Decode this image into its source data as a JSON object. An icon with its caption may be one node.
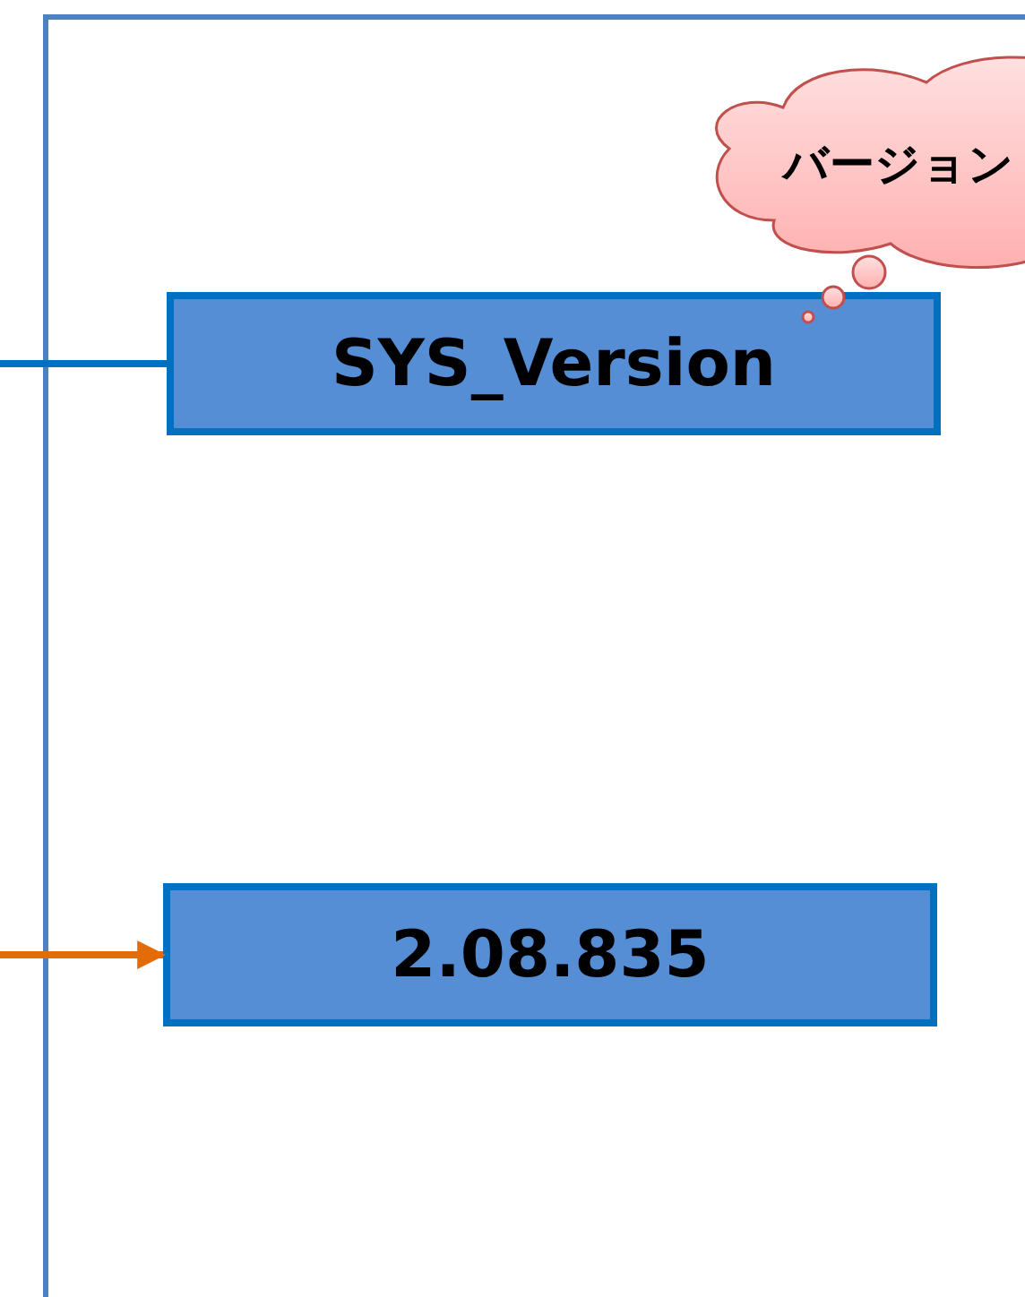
{
  "diagram": {
    "nodes": [
      {
        "text": [],
        "shape": "box"
      },
      {
        "text": [
          "SYS_Version"
        ],
        "in": 0
      },
      {
        "text": [
          "2.08.835"
        ],
        "in": 0
      },
      {
        "text": [
          "バージョン"
        ]
      }
    ],
    "edges": [
      {
        "from": null,
        "to": 1,
        "arrow": "none",
        "color": "#0070c0"
      },
      {
        "from": null,
        "to": 2,
        "arrow": "to",
        "color": "#e36c09"
      }
    ]
  }
}
